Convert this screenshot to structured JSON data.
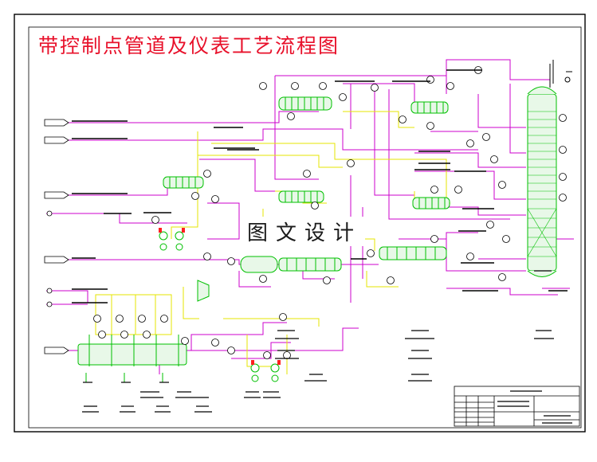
{
  "title": "带控制点管道及仪表工艺流程图",
  "watermark": "图文设计",
  "colors": {
    "border": "#000000",
    "title": "#e8102a",
    "process_line": "#cc00cc",
    "utility_line": "#e6e600",
    "equipment": "#00c000",
    "equipment_fill": "#e8f8e8",
    "instrument": "#000000"
  },
  "equipment": [
    {
      "name": "distillation-column"
    },
    {
      "name": "heat-exchanger-1"
    },
    {
      "name": "heat-exchanger-2"
    },
    {
      "name": "heat-exchanger-3"
    },
    {
      "name": "heat-exchanger-4"
    },
    {
      "name": "heat-exchanger-5"
    },
    {
      "name": "horizontal-drum"
    },
    {
      "name": "long-exchanger-bottom"
    },
    {
      "name": "reactor-bank"
    },
    {
      "name": "centrifugal-pump"
    }
  ],
  "icons": [
    "pump-icon",
    "valve-icon",
    "instrument-bubble-icon"
  ]
}
